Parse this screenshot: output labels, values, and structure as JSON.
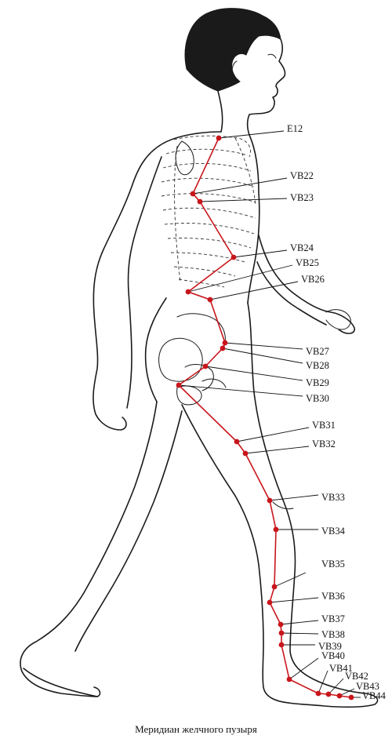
{
  "caption": "Меридиан желчного пузыря",
  "colors": {
    "meridian": "#c8151b",
    "ink": "#1a1a1a"
  },
  "points": [
    {
      "code": "E12"
    },
    {
      "code": "VB22"
    },
    {
      "code": "VB23"
    },
    {
      "code": "VB24"
    },
    {
      "code": "VB25"
    },
    {
      "code": "VB26"
    },
    {
      "code": "VB27"
    },
    {
      "code": "VB28"
    },
    {
      "code": "VB29"
    },
    {
      "code": "VB30"
    },
    {
      "code": "VB31"
    },
    {
      "code": "VB32"
    },
    {
      "code": "VB33"
    },
    {
      "code": "VB34"
    },
    {
      "code": "VB35"
    },
    {
      "code": "VB36"
    },
    {
      "code": "VB37"
    },
    {
      "code": "VB38"
    },
    {
      "code": "VB39"
    },
    {
      "code": "VB40"
    },
    {
      "code": "VB41"
    },
    {
      "code": "VB42"
    },
    {
      "code": "VB43"
    },
    {
      "code": "VB44"
    }
  ]
}
